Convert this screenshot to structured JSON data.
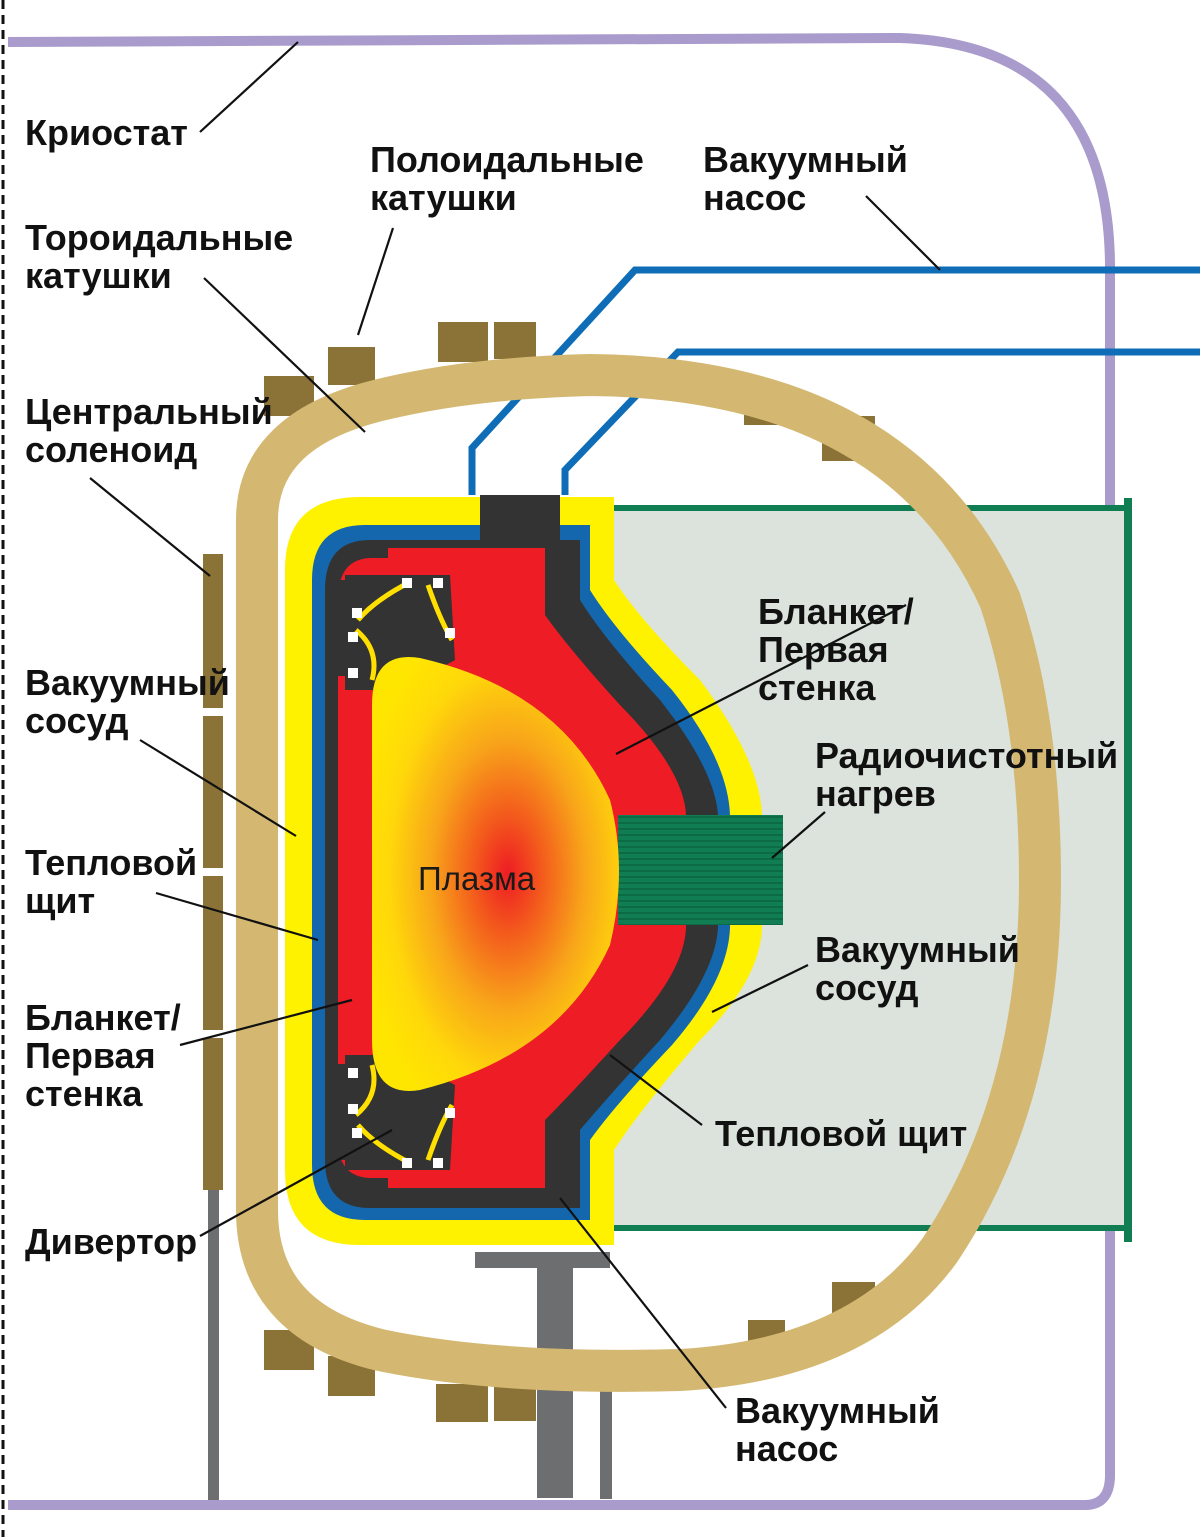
{
  "colors": {
    "cryostat": "#a99bcc",
    "pump_pipe": "#0f6db7",
    "tf_coil": "#d4b872",
    "pf_coil": "#8b7337",
    "vessel": "#fff200",
    "thermal_shield": "#1467ad",
    "blanket": "#ee1c24",
    "divertor": "#333333",
    "rf_heating": "#117d52",
    "rf_box": "#dbe3dc",
    "support": "#6d6e70",
    "plasma_core": "#ee1c24",
    "plasma_edge": "#ffe000"
  },
  "labels": {
    "cryostat": "Криостат",
    "poloidal_coils": [
      "Полоидальные",
      "катушки"
    ],
    "vacuum_pump_top": [
      "Вакуумный",
      "насос"
    ],
    "toroidal_coils": [
      "Тороидальные",
      "катушки"
    ],
    "central_solenoid": [
      "Центральный",
      "соленоид"
    ],
    "blanket_right": [
      "Бланкет/",
      "Первая",
      "стенка"
    ],
    "rf_heating": [
      "Радиочистотный",
      "нагрев"
    ],
    "vacuum_vessel_left": [
      "Вакуумный",
      "сосуд"
    ],
    "thermal_shield_left": [
      "Тепловой",
      "щит"
    ],
    "plasma": "Плазма",
    "vacuum_vessel_right": [
      "Вакуумный",
      "сосуд"
    ],
    "blanket_left": [
      "Бланкет/",
      "Первая",
      "стенка"
    ],
    "thermal_shield_right": "Тепловой щит",
    "divertor": "Дивертор",
    "vacuum_pump_bottom": [
      "Вакуумный",
      "насос"
    ]
  }
}
